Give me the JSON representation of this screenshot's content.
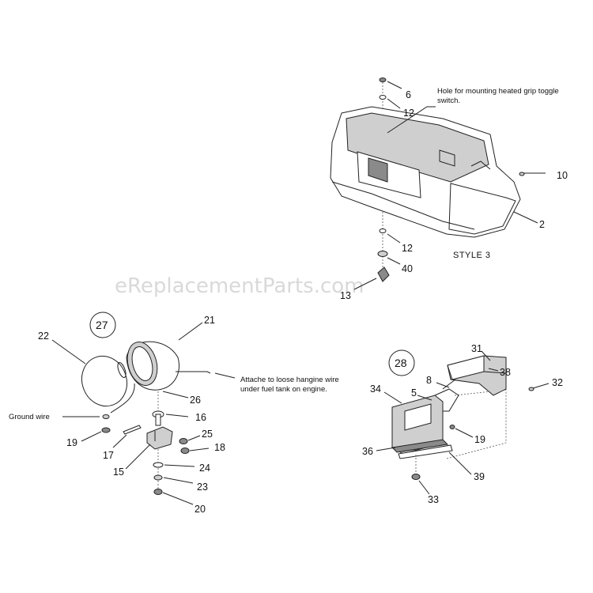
{
  "watermark": "eReplacementParts.com",
  "notes": {
    "toggle_hole": [
      "Hole for mounting heated grip toggle",
      "switch."
    ],
    "hang_wire": [
      "Attache to loose hangine wire",
      "under fuel tank on engine."
    ],
    "ground_wire": "Ground wire",
    "style": "STYLE 3"
  },
  "callouts": {
    "c27": "27",
    "c28": "28"
  },
  "part_numbers": {
    "p6": "6",
    "p12a": "12",
    "p10": "10",
    "p2": "2",
    "p12b": "12",
    "p40": "40",
    "p13": "13",
    "p22": "22",
    "p21": "21",
    "p26": "26",
    "p16": "16",
    "p19a": "19",
    "p17": "17",
    "p25": "25",
    "p18": "18",
    "p15": "15",
    "p24": "24",
    "p23": "23",
    "p20": "20",
    "p31": "31",
    "p38": "38",
    "p8": "8",
    "p34": "34",
    "p5": "5",
    "p32": "32",
    "p19b": "19",
    "p36": "36",
    "p39": "39",
    "p33": "33"
  }
}
